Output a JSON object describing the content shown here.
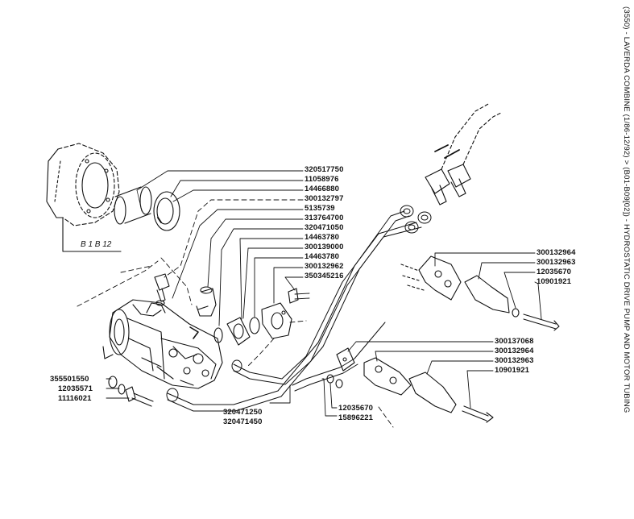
{
  "title": "(3550) - LAVERDA COMBINE (1/86-12/92) > (B01-B09[02]) - HYDROSTATIC DRIVE PUMP AND MOTOR TUBING",
  "reference_label": "B 1  B 12",
  "part_numbers": {
    "upper_column": [
      "320517750",
      "11058976",
      "14466880",
      "300132797",
      "5135739",
      "313764700",
      "320471050",
      "14463780",
      "300139000",
      "14463780",
      "300132962",
      "350345216"
    ],
    "right_upper": [
      "300132964",
      "300132963",
      "12035670",
      "10901921"
    ],
    "right_lower": [
      "300137068",
      "300132964",
      "300132963",
      "10901921"
    ],
    "left_lower": [
      "355501550",
      "12035571",
      "11116021"
    ],
    "bottom_center": [
      "320471250",
      "320471450"
    ],
    "bottom_right": [
      "12035670",
      "15896221"
    ]
  }
}
